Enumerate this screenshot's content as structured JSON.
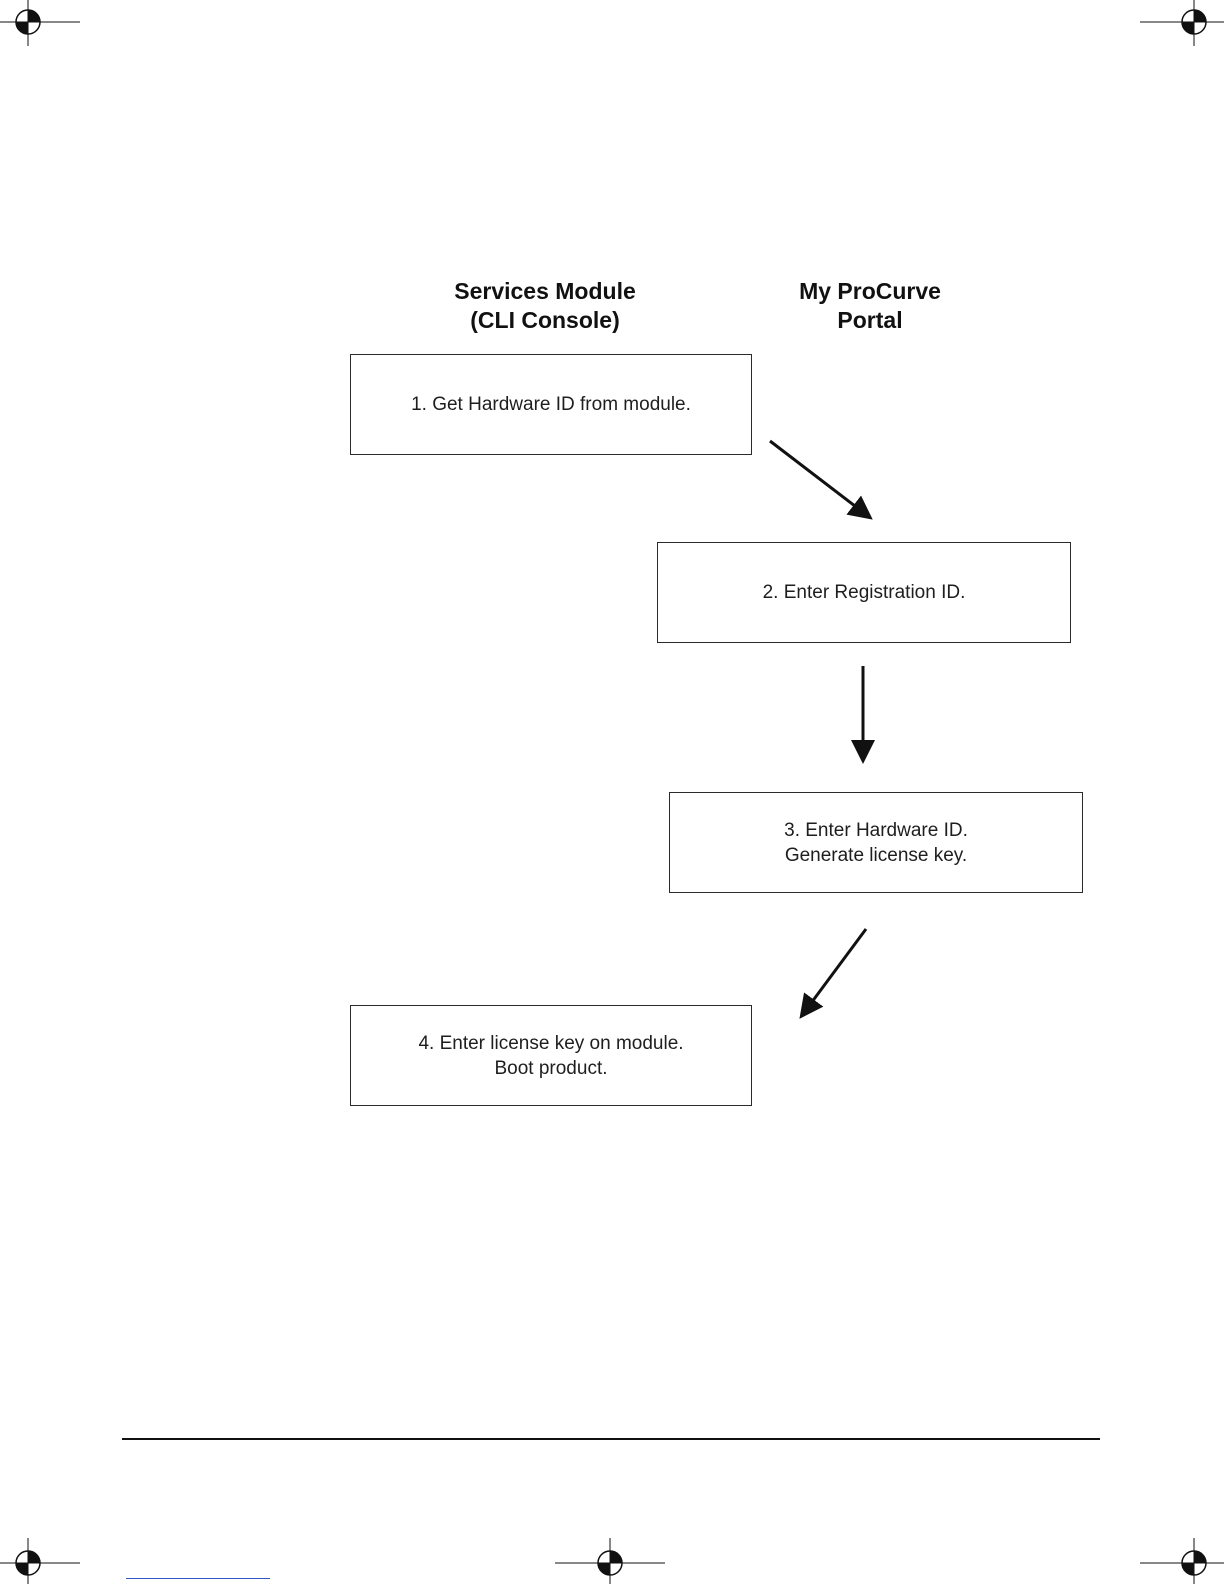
{
  "headings": {
    "left": [
      "Services Module",
      "(CLI Console)"
    ],
    "right": [
      "My ProCurve",
      "Portal"
    ]
  },
  "steps": [
    {
      "lines": [
        "1. Get Hardware ID from module."
      ]
    },
    {
      "lines": [
        "2. Enter Registration ID."
      ]
    },
    {
      "lines": [
        "3. Enter Hardware ID.",
        "Generate license key."
      ]
    },
    {
      "lines": [
        "4. Enter license key on module.",
        "Boot product."
      ]
    }
  ],
  "icons": {
    "registration_mark": "registration-crosshair-icon",
    "arrow": "arrow-icon"
  },
  "colors": {
    "line": "#111111",
    "box_border": "#2b2b2b",
    "text": "#1e1e1e"
  }
}
